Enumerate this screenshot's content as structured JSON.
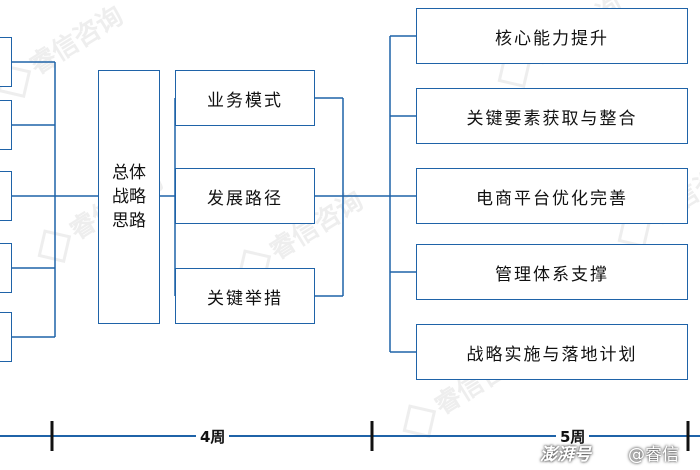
{
  "diagram": {
    "center": {
      "lines": [
        "总体",
        "战略",
        "思路"
      ]
    },
    "middle": [
      "业务模式",
      "发展路径",
      "关键举措"
    ],
    "right": [
      "核心能力提升",
      "关键要素获取与整合",
      "电商平台优化完善",
      "管理体系支撑",
      "战略实施与落地计划"
    ]
  },
  "timeline": {
    "labels": [
      "4周",
      "5周"
    ]
  },
  "watermark": {
    "text": "睿信咨询"
  },
  "corner": {
    "left": "澎湃号",
    "right": "@睿信"
  },
  "colors": {
    "border": "#1f63a8",
    "timeline": "#1f63a8"
  }
}
